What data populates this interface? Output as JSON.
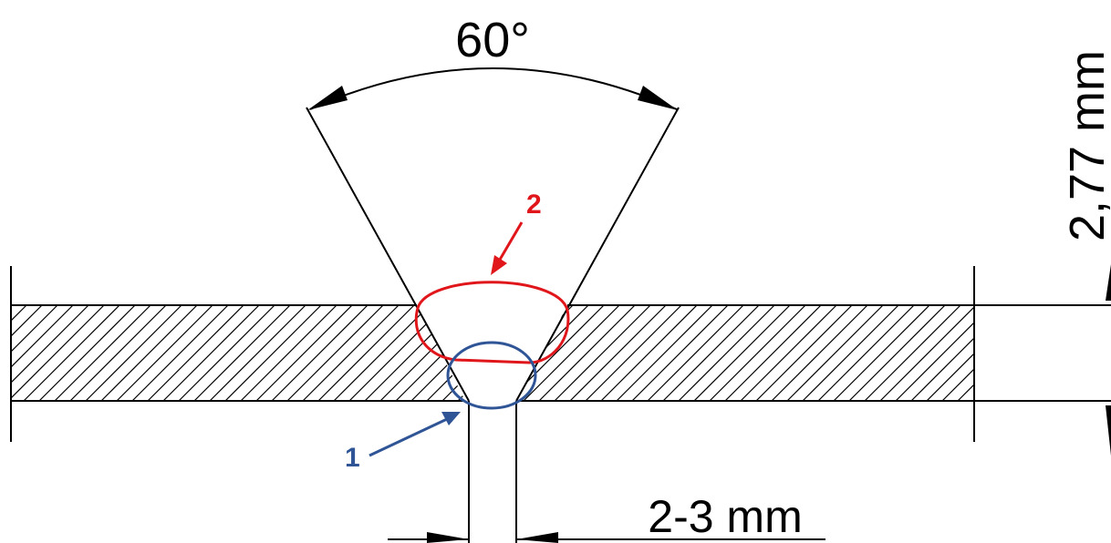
{
  "dimensions": {
    "angle_label": "60°",
    "gap_label": "2-3 mm",
    "thickness_label": "2,77 mm"
  },
  "callouts": [
    {
      "label": "1",
      "color": "#2f5597"
    },
    {
      "label": "2",
      "color": "#e0161b"
    }
  ],
  "colors": {
    "line": "#000000",
    "marker_1": "#2f5597",
    "marker_2": "#e0161b"
  }
}
